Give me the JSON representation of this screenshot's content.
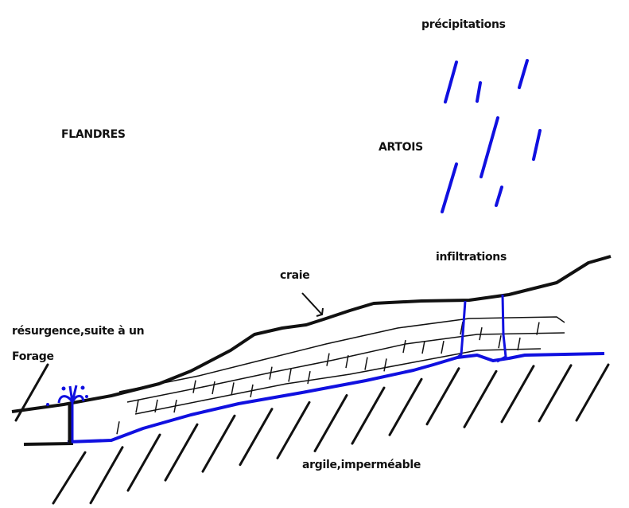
{
  "labels": {
    "precipitations": "précipitations",
    "flandres": "FLANDRES",
    "artois": "ARTOIS",
    "infiltrations": "infiltrations",
    "craie": "craie",
    "resurgence_line1": "résurgence,suite à un",
    "resurgence_line2": "Forage",
    "argile": "argile,imperméable"
  },
  "colors": {
    "ink": "#111111",
    "water": "#1010e0"
  }
}
